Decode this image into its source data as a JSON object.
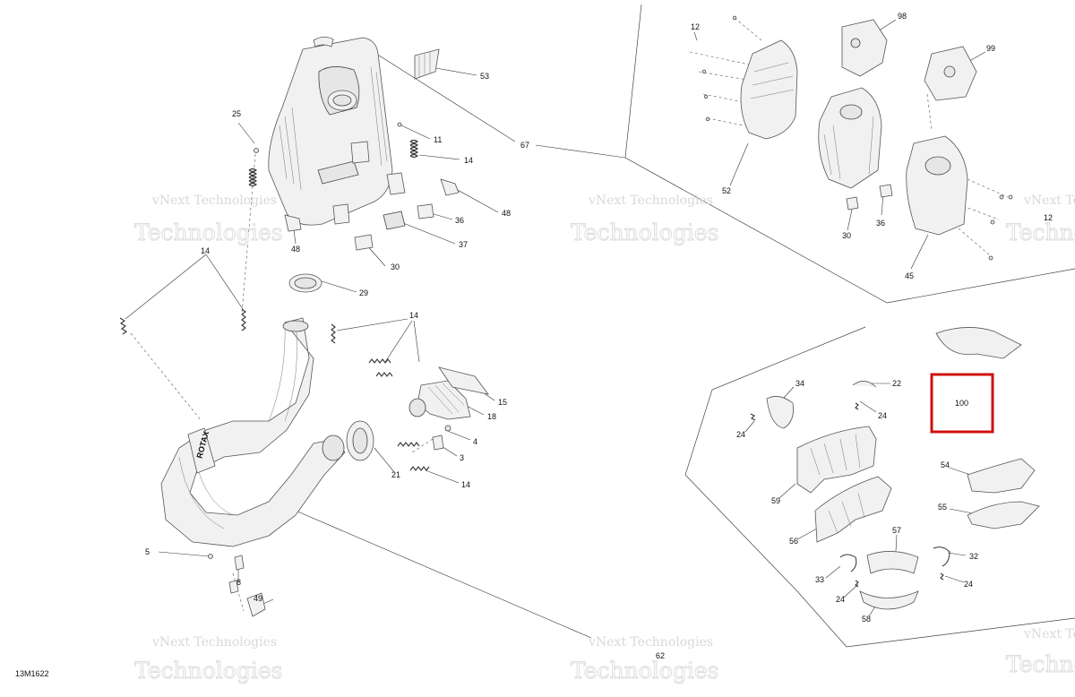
{
  "diagram": {
    "code": "13M1622",
    "watermark": {
      "line1": "vNext Technologies",
      "line2": "Technologies"
    },
    "highlighted_part": "100",
    "callouts": {
      "c53": "53",
      "c67": "67",
      "c25": "25",
      "c11": "11",
      "c14a": "14",
      "c36a": "36",
      "c48a": "48",
      "c48b": "48",
      "c37": "37",
      "c30a": "30",
      "c29": "29",
      "c14b": "14",
      "c14c": "14",
      "c15": "15",
      "c18": "18",
      "c4": "4",
      "c3": "3",
      "c21": "21",
      "c14d": "14",
      "c5": "5",
      "c8": "8",
      "c49": "49",
      "c12a": "12",
      "c98": "98",
      "c99": "99",
      "c52": "52",
      "c30b": "30",
      "c36b": "36",
      "c45": "45",
      "c12b": "12",
      "c100": "100",
      "c34": "34",
      "c22": "22",
      "c24a": "24",
      "c24b": "24",
      "c59": "59",
      "c54": "54",
      "c55": "55",
      "c56": "56",
      "c57": "57",
      "c32": "32",
      "c33": "33",
      "c24c": "24",
      "c24d": "24",
      "c58": "58",
      "c62": "62"
    }
  }
}
